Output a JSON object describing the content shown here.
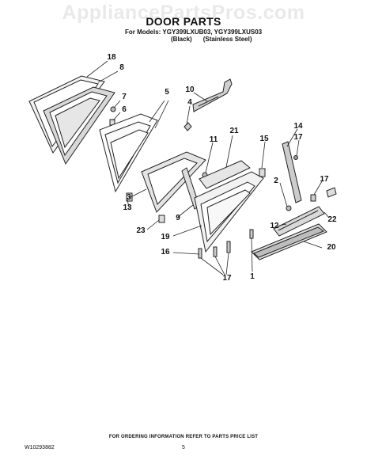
{
  "watermark": "AppliancePartsPros.com",
  "title": "DOOR PARTS",
  "models_line": "For Models: YGY399LXUB03, YGY399LXUS03",
  "finishes": [
    "(Black)",
    "(Stainless Steel)"
  ],
  "callouts": [
    "18",
    "8",
    "7",
    "6",
    "5",
    "10",
    "4",
    "21",
    "11",
    "15",
    "14",
    "17",
    "2",
    "17",
    "3",
    "13",
    "9",
    "12",
    "22",
    "23",
    "19",
    "16",
    "20",
    "17",
    "1"
  ],
  "footer": {
    "note": "FOR ORDERING INFORMATION REFER TO PARTS PRICE LIST",
    "doc_number": "W10293882",
    "page_number": "5"
  }
}
